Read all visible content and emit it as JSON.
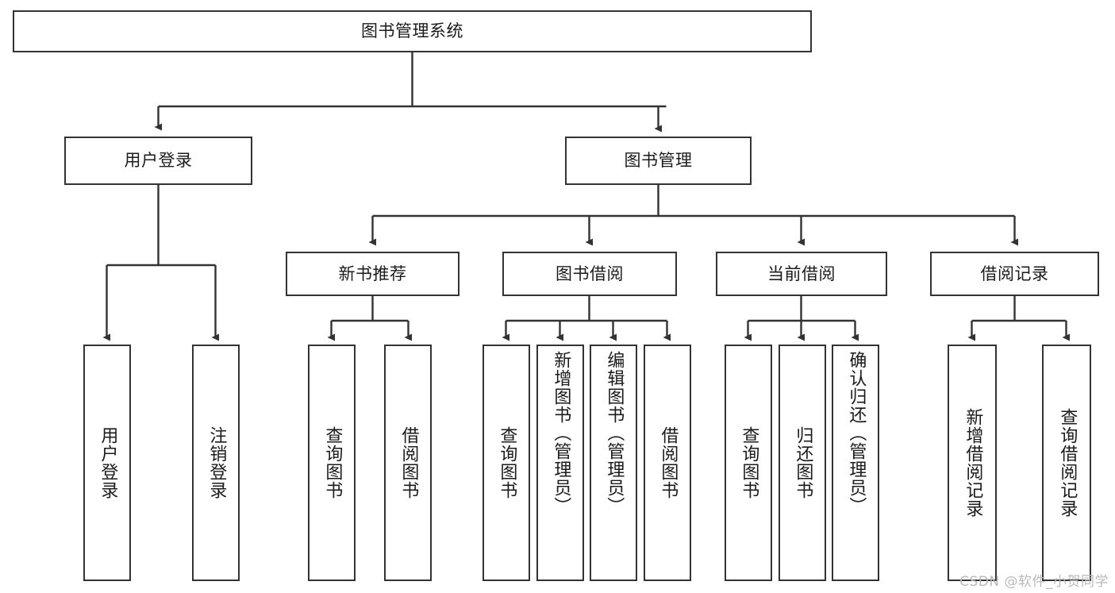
{
  "diagram": {
    "title": "图书管理系统",
    "type": "tree-hierarchy",
    "root": {
      "label": "图书管理系统"
    },
    "level2": [
      {
        "label": "用户登录"
      },
      {
        "label": "图书管理"
      }
    ],
    "level3": [
      {
        "label": "新书推荐"
      },
      {
        "label": "图书借阅"
      },
      {
        "label": "当前借阅"
      },
      {
        "label": "借阅记录"
      }
    ],
    "leaves": {
      "user_login": [
        {
          "label": "用户登录"
        },
        {
          "label": "注销登录"
        }
      ],
      "new_book_recommend": [
        {
          "label": "查询图书"
        },
        {
          "label": "借阅图书"
        }
      ],
      "book_borrow": [
        {
          "label": "查询图书"
        },
        {
          "label": "新增图书（管理员）"
        },
        {
          "label": "编辑图书（管理员）"
        },
        {
          "label": "借阅图书"
        }
      ],
      "current_borrow": [
        {
          "label": "查询图书"
        },
        {
          "label": "归还图书"
        },
        {
          "label": "确认归还（管理员）"
        }
      ],
      "borrow_record": [
        {
          "label": "新增借阅记录"
        },
        {
          "label": "查询借阅记录"
        }
      ]
    }
  },
  "watermark": {
    "text": "CSDN @软件_小贺同学"
  },
  "colors": {
    "stroke": "#333333",
    "text": "#1b1b1b",
    "background": "#ffffff",
    "watermark": "#b9b9b9"
  }
}
